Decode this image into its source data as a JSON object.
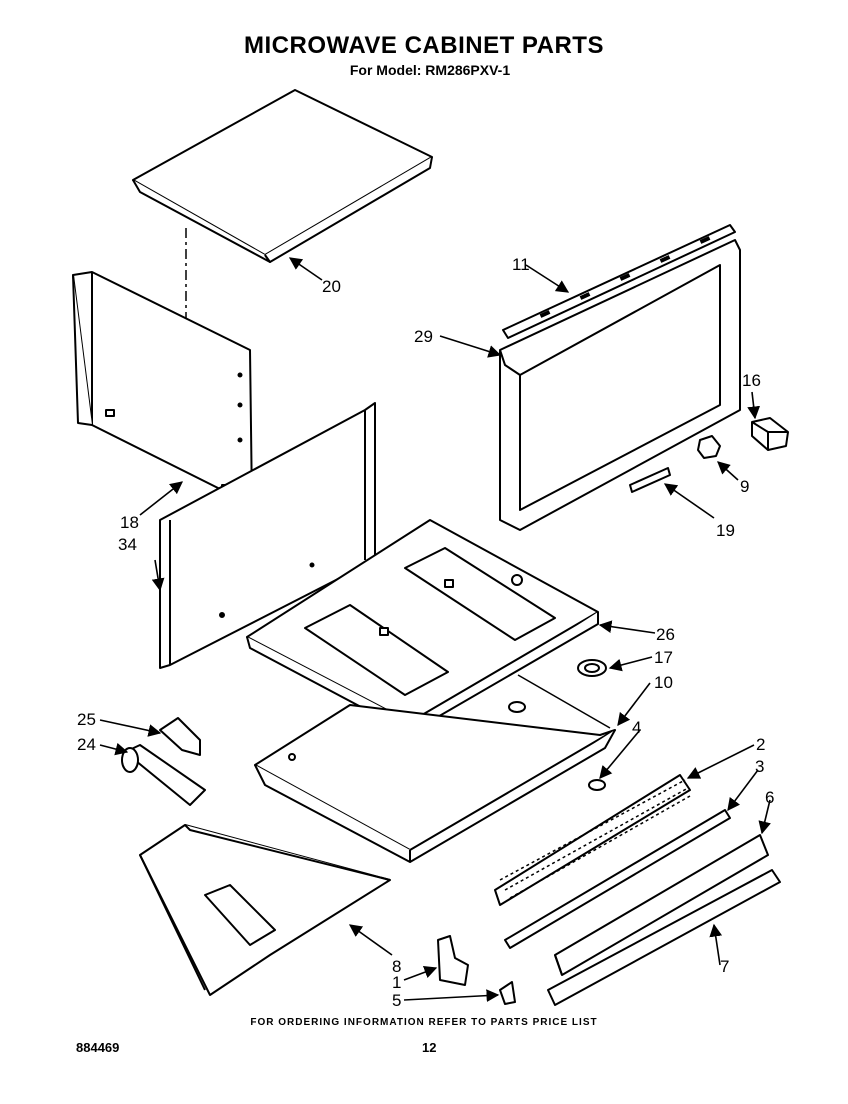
{
  "header": {
    "title": "MICROWAVE CABINET PARTS",
    "subtitle": "For Model: RM286PXV-1"
  },
  "footer": {
    "note": "FOR ORDERING INFORMATION REFER TO PARTS PRICE LIST",
    "doc_number": "884469",
    "page_number": "12"
  },
  "callouts": [
    {
      "id": "c20",
      "label": "20"
    },
    {
      "id": "c11",
      "label": "11"
    },
    {
      "id": "c29",
      "label": "29"
    },
    {
      "id": "c16",
      "label": "16"
    },
    {
      "id": "c9",
      "label": "9"
    },
    {
      "id": "c19",
      "label": "19"
    },
    {
      "id": "c18",
      "label": "18"
    },
    {
      "id": "c34",
      "label": "34"
    },
    {
      "id": "c26",
      "label": "26"
    },
    {
      "id": "c17",
      "label": "17"
    },
    {
      "id": "c10",
      "label": "10"
    },
    {
      "id": "c25",
      "label": "25"
    },
    {
      "id": "c24",
      "label": "24"
    },
    {
      "id": "c4",
      "label": "4"
    },
    {
      "id": "c2",
      "label": "2"
    },
    {
      "id": "c3",
      "label": "3"
    },
    {
      "id": "c6",
      "label": "6"
    },
    {
      "id": "c8",
      "label": "8"
    },
    {
      "id": "c1",
      "label": "1"
    },
    {
      "id": "c7",
      "label": "7"
    },
    {
      "id": "c5",
      "label": "5"
    }
  ]
}
